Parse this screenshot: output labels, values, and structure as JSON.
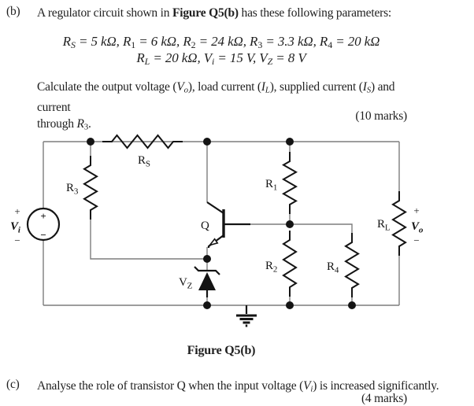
{
  "colors": {
    "background": "#ffffff",
    "text": "#1f1f1f",
    "wire": "#7d7d7d",
    "component": "#141414"
  },
  "section_b": {
    "label": "(b)",
    "intro": [
      {
        "t": "A regulator circuit shown in ",
        "s": "n"
      },
      {
        "t": "Figure Q5(b)",
        "s": "b"
      },
      {
        "t": " has these following parameters:",
        "s": "n"
      }
    ],
    "params_line1": [
      {
        "t": "R",
        "s": "i"
      },
      {
        "t": "S",
        "s": "isub"
      },
      {
        "t": " = 5 kΩ, ",
        "s": "i"
      },
      {
        "t": "R",
        "s": "i"
      },
      {
        "t": "1",
        "s": "sub"
      },
      {
        "t": " = 6 kΩ, ",
        "s": "i"
      },
      {
        "t": "R",
        "s": "i"
      },
      {
        "t": "2",
        "s": "sub"
      },
      {
        "t": " = 24 kΩ, ",
        "s": "i"
      },
      {
        "t": "R",
        "s": "i"
      },
      {
        "t": "3",
        "s": "sub"
      },
      {
        "t": " = 3.3 kΩ, ",
        "s": "i"
      },
      {
        "t": "R",
        "s": "i"
      },
      {
        "t": "4",
        "s": "sub"
      },
      {
        "t": " = 20 kΩ",
        "s": "i"
      }
    ],
    "params_line2": [
      {
        "t": "R",
        "s": "i"
      },
      {
        "t": "L",
        "s": "isub"
      },
      {
        "t": " = 20 kΩ, ",
        "s": "i"
      },
      {
        "t": "V",
        "s": "i"
      },
      {
        "t": "i",
        "s": "isub"
      },
      {
        "t": " = 15 V, ",
        "s": "i"
      },
      {
        "t": "V",
        "s": "i"
      },
      {
        "t": "Z",
        "s": "isub"
      },
      {
        "t": " = 8 V",
        "s": "i"
      }
    ],
    "task_line1": [
      {
        "t": "Calculate the output voltage (",
        "s": "n"
      },
      {
        "t": "V",
        "s": "i"
      },
      {
        "t": "o",
        "s": "isub"
      },
      {
        "t": "), load current (",
        "s": "n"
      },
      {
        "t": "I",
        "s": "i"
      },
      {
        "t": "L",
        "s": "isub"
      },
      {
        "t": "), supplied current (",
        "s": "n"
      },
      {
        "t": "I",
        "s": "i"
      },
      {
        "t": "S",
        "s": "isub"
      },
      {
        "t": ") and current",
        "s": "n"
      }
    ],
    "task_line2": [
      {
        "t": "through ",
        "s": "n"
      },
      {
        "t": "R",
        "s": "i"
      },
      {
        "t": "3",
        "s": "sub"
      },
      {
        "t": ".",
        "s": "n"
      }
    ],
    "marks": "(10 marks)"
  },
  "figure": {
    "caption": "Figure Q5(b)",
    "components": {
      "rs": {
        "base": "R",
        "sub": "S"
      },
      "r1": {
        "base": "R",
        "sub": "1"
      },
      "r2": {
        "base": "R",
        "sub": "2"
      },
      "r3": {
        "base": "R",
        "sub": "3"
      },
      "r4": {
        "base": "R",
        "sub": "4"
      },
      "rl": {
        "base": "R",
        "sub": "L"
      },
      "q": {
        "base": "Q"
      },
      "vz": {
        "base": "V",
        "sub": "Z"
      },
      "source": {
        "plus": "+",
        "minus": "−",
        "outer_plus": "+",
        "outer_minus": "−",
        "label": {
          "base": "V",
          "sub": "i"
        }
      },
      "output": {
        "plus": "+",
        "minus": "−",
        "label": {
          "base": "V",
          "sub": "o"
        }
      }
    }
  },
  "section_c": {
    "label": "(c)",
    "text": [
      {
        "t": "Analyse the role of transistor Q when the input voltage (",
        "s": "n"
      },
      {
        "t": "V",
        "s": "i"
      },
      {
        "t": "i",
        "s": "isub"
      },
      {
        "t": ") is increased significantly.",
        "s": "n"
      }
    ],
    "marks": "(4 marks)"
  }
}
